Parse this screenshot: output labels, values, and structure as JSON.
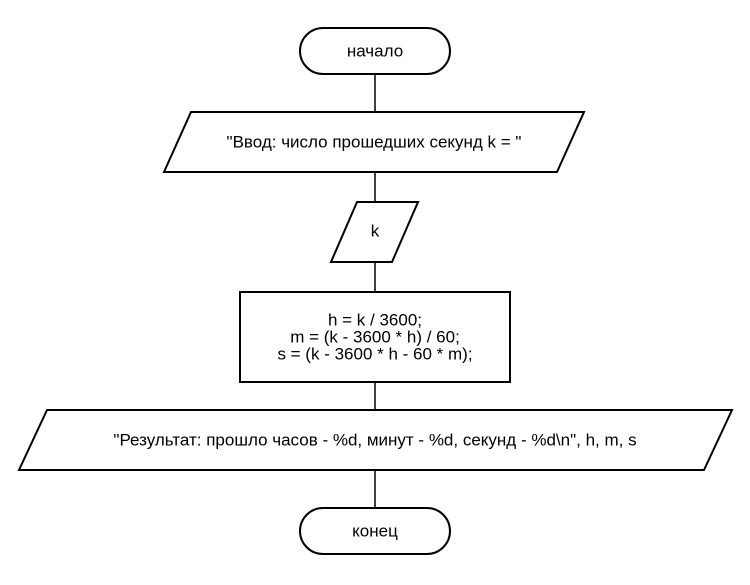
{
  "flowchart": {
    "start": {
      "label": "начало"
    },
    "prompt_output": {
      "label": "\"Ввод: число прошедших секунд k = \""
    },
    "input": {
      "label": "k"
    },
    "process": {
      "lines": [
        "h = k / 3600;",
        "m = (k - 3600 * h) / 60;",
        "s = (k - 3600 * h - 60 * m);"
      ]
    },
    "result_output": {
      "label": "\"Результат: прошло часов - %d, минут - %d, секунд - %d\\n\", h, m, s"
    },
    "end": {
      "label": "конец"
    }
  }
}
